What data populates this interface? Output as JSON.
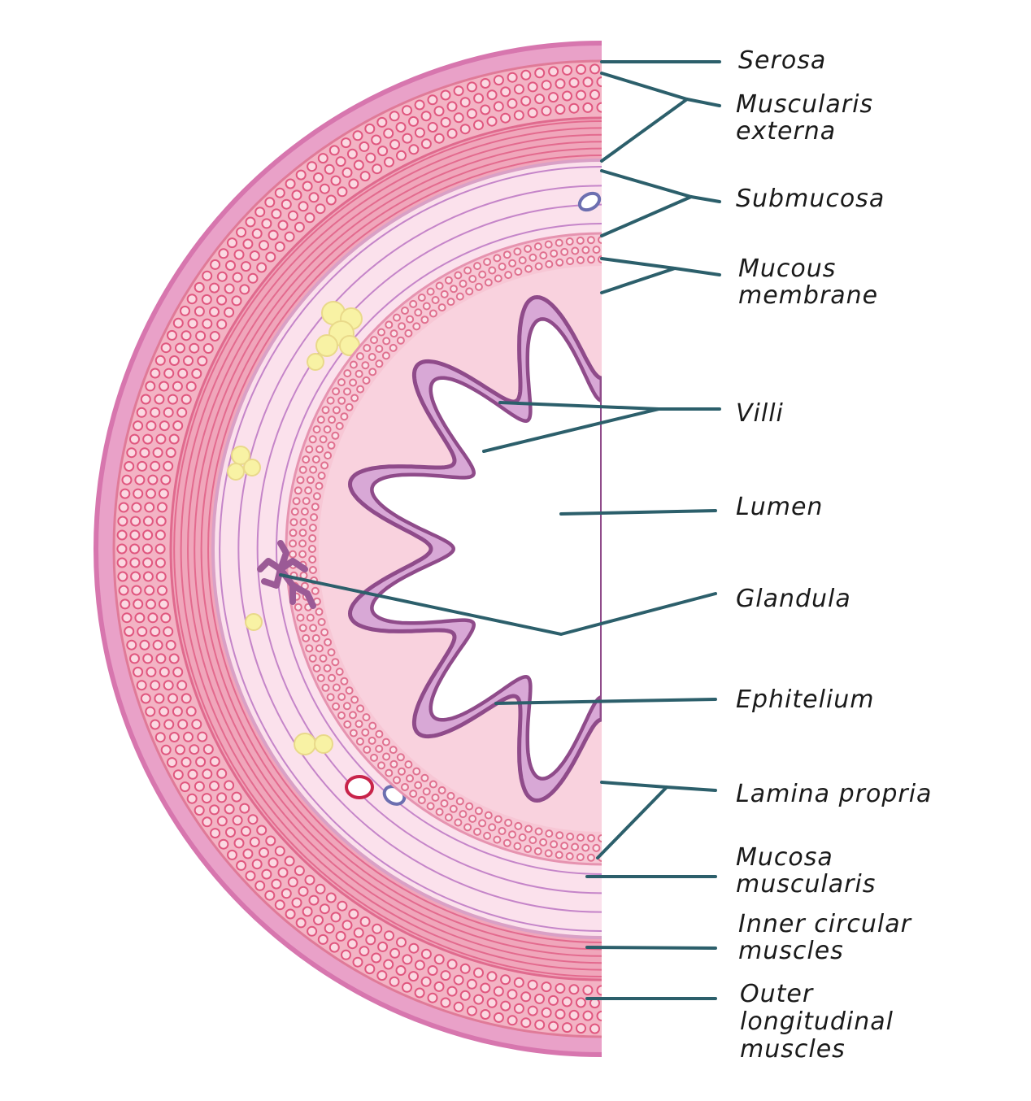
{
  "diagram": {
    "title": "Small intestine cross-section",
    "colors": {
      "serosa": "#e48cbe",
      "muscle_outer": "#f2a9bf",
      "muscle_cell": "#e8577f",
      "submucosa": "#fbe3ee",
      "mucosa": "#f7c4d3",
      "epithelium": "#9b5a96",
      "epithelium_fill": "#d8a8d6",
      "vessel_red": "#c8244a",
      "vessel_blue": "#6c6fb0",
      "fat": "#f7ef9a",
      "leader": "#2c5f6b",
      "text": "#1a1a1a"
    },
    "labels": [
      {
        "id": "serosa",
        "lines": [
          "Serosa"
        ]
      },
      {
        "id": "muscularis-externa",
        "lines": [
          "Muscularis",
          "externa"
        ]
      },
      {
        "id": "submucosa",
        "lines": [
          "Submucosa"
        ]
      },
      {
        "id": "mucous-membrane",
        "lines": [
          "Mucous",
          "membrane"
        ]
      },
      {
        "id": "villi",
        "lines": [
          "Villi"
        ]
      },
      {
        "id": "lumen",
        "lines": [
          "Lumen"
        ]
      },
      {
        "id": "glandula",
        "lines": [
          "Glandula"
        ]
      },
      {
        "id": "ephitelium",
        "lines": [
          "Ephitelium"
        ]
      },
      {
        "id": "lamina-propria",
        "lines": [
          "Lamina propria"
        ]
      },
      {
        "id": "mucosa-muscularis",
        "lines": [
          "Mucosa",
          "muscularis"
        ]
      },
      {
        "id": "inner-circular-muscles",
        "lines": [
          "Inner circular",
          "muscles"
        ]
      },
      {
        "id": "outer-longitudinal-muscles",
        "lines": [
          "Outer",
          "longitudinal",
          "muscles"
        ]
      }
    ]
  }
}
